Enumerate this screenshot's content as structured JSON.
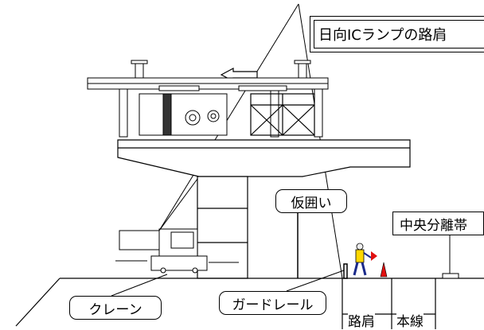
{
  "title": "日向ICランプの路肩",
  "labels": {
    "temporary_fence": "仮囲い",
    "median_strip": "中央分離帯",
    "crane": "クレーン",
    "guard_rail": "ガードレール",
    "shoulder": "路肩",
    "main_lane": "本線"
  },
  "colors": {
    "line": "#000000",
    "background": "#ffffff",
    "cone": "#e01010",
    "worker": "#1a2a8a",
    "vest": "#ffd800"
  }
}
